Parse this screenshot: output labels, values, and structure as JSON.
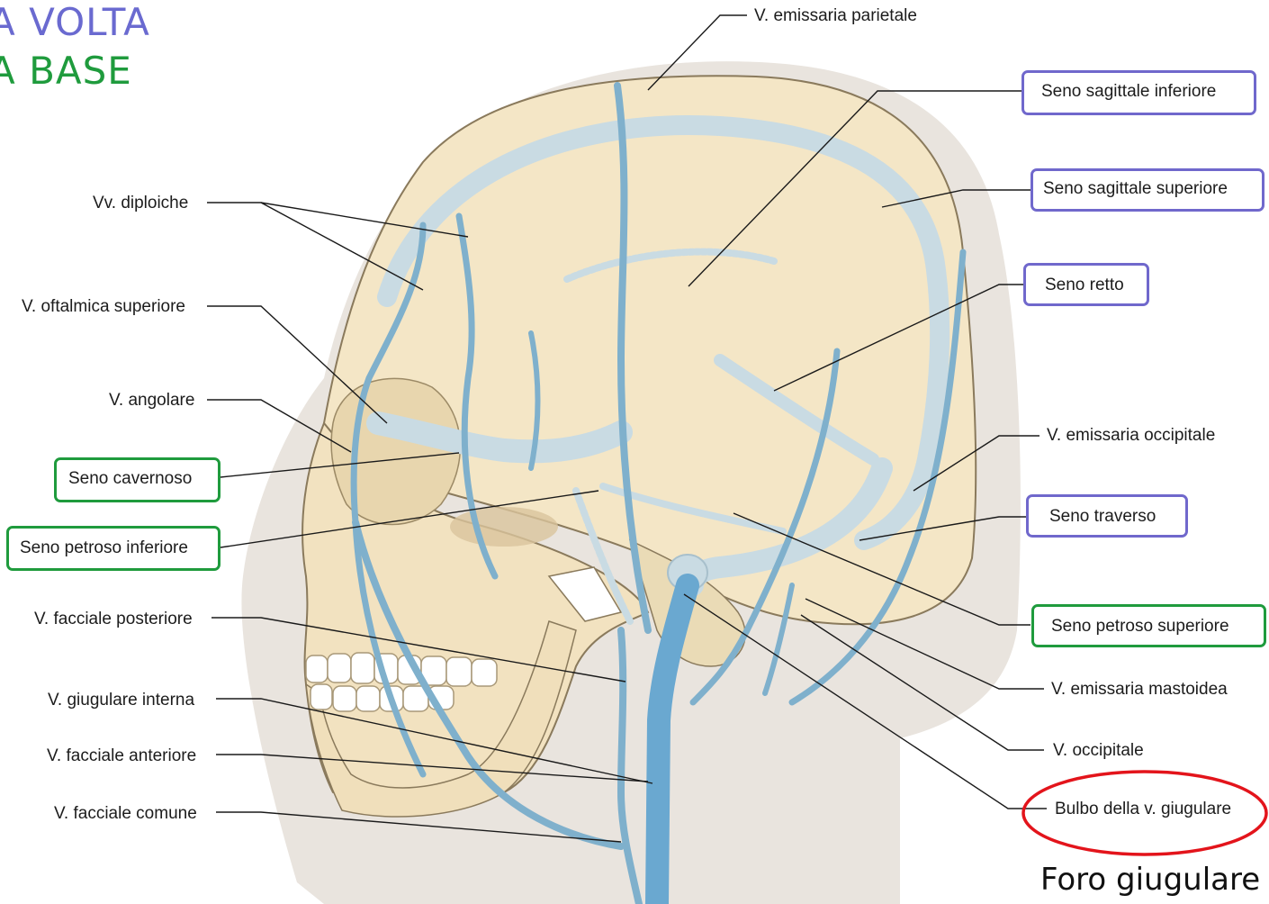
{
  "header": {
    "line1": "A VOLTA",
    "line2": "A BASE",
    "colors": {
      "volta": "#6a6ad0",
      "base": "#1f9b3d"
    }
  },
  "box_colors": {
    "volta": "#7068cc",
    "base": "#1f9b3d",
    "highlight": "#e3141b"
  },
  "labels": {
    "emissaria_parietale": "V. emissaria parietale",
    "diploiche": "Vv. diploiche",
    "oftalmica_superiore": "V. oftalmica superiore",
    "angolare": "V. angolare",
    "seno_cavernoso": "Seno cavernoso",
    "seno_petroso_inferiore": "Seno petroso inferiore",
    "facciale_posteriore": "V. facciale posteriore",
    "giugulare_interna": "V. giugulare interna",
    "facciale_anteriore": "V. facciale anteriore",
    "facciale_comune": "V. facciale comune",
    "seno_sagittale_inferiore": "Seno sagittale inferiore",
    "seno_sagittale_superiore": "Seno sagittale superiore",
    "seno_retto": "Seno retto",
    "emissaria_occipitale": "V. emissaria occipitale",
    "seno_traverso": "Seno traverso",
    "seno_petroso_superiore": "Seno petroso superiore",
    "emissaria_mastoidea": "V. emissaria mastoidea",
    "occipitale": "V. occipitale",
    "bulbo_giugulare": "Bulbo della v. giugulare"
  },
  "annotation": {
    "foro_giugulare": "Foro giugulare"
  }
}
